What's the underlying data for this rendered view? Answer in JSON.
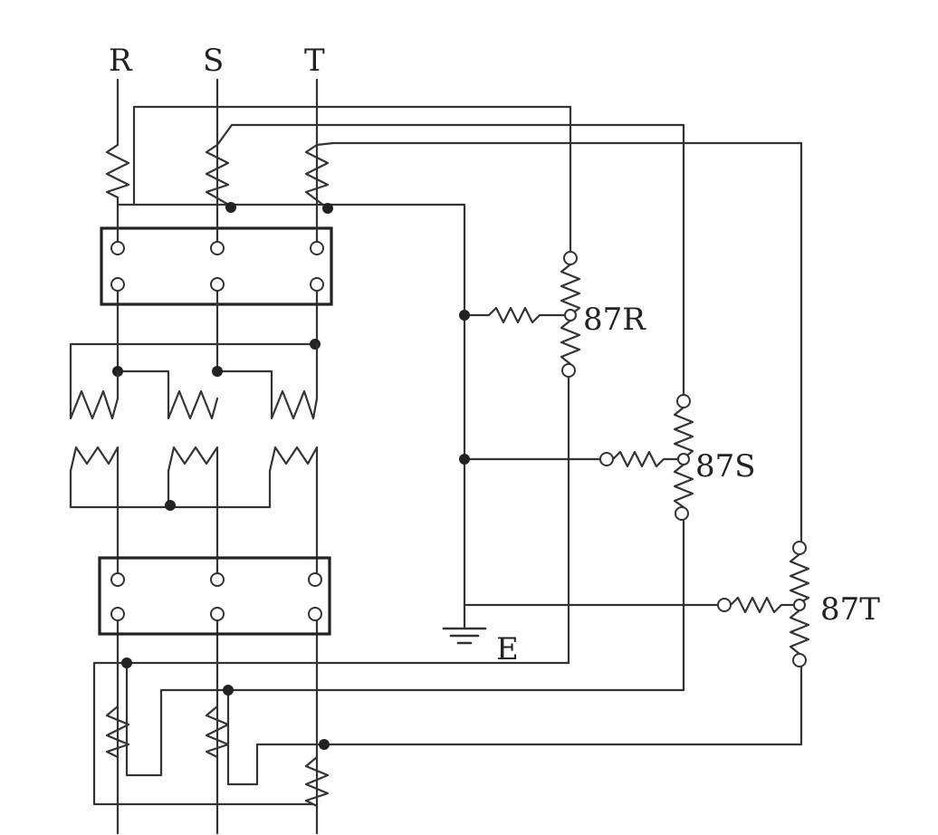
{
  "labels": {
    "phase_r": "R",
    "phase_s": "S",
    "phase_t": "T",
    "relay_r": "87R",
    "relay_s": "87S",
    "relay_t": "87T",
    "earth": "E"
  },
  "colors": {
    "line": "#333333",
    "background": "#ffffff"
  }
}
